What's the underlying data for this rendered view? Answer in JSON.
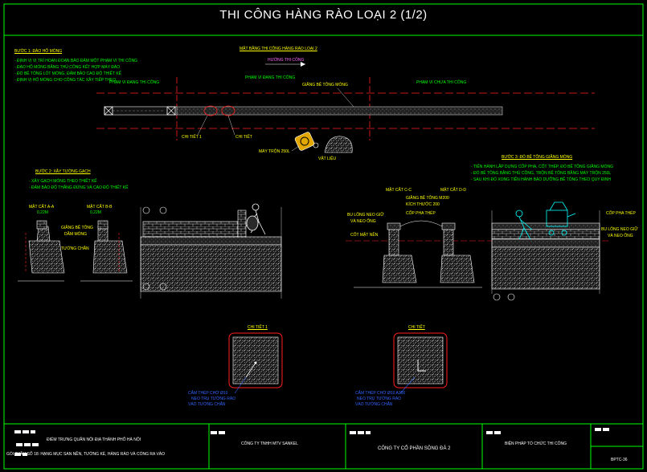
{
  "title": "THI CÔNG HÀNG RÀO LOẠI 2 (1/2)",
  "plan": {
    "heading": "MẶT BẰNG THI CÔNG HÀNG RÀO LOẠI 2",
    "direction": "HƯỚNG THI CÔNG",
    "left_label": "PHẠM VI ĐANG THI CÔNG",
    "right_label": "PHẠM VI CHƯA THI CÔNG",
    "wall_label": "GIẰNG BÊ TÔNG MÓNG",
    "detail1": "CHI TIẾT 1",
    "detail2": "CHI TIẾT",
    "mixer": "MÁY TRỘN 250L",
    "material": "VẬT LIỆU"
  },
  "step1": {
    "heading": "BƯỚC 1: ĐÀO HỐ MÓNG",
    "lines": [
      "- ĐỊNH VỊ VỊ TRÍ HOẠN ĐOẠN BẢO ĐẢM MỘT PHẠM VI THI CÔNG",
      "- ĐÀO HỐ MÓNG BẰNG THỦ CÔNG KẾT HỢP MÁY ĐÀO",
      "- ĐỔ BÊ TÔNG LÓT MÓNG, ĐẢM BẢO CAO ĐỘ THIẾT KẾ",
      "- ĐỊNH VỊ HỐ MÓNG CHO CÔNG TÁC XÂY TIẾP THEO"
    ]
  },
  "step2": {
    "heading": "BƯỚC 2: XÂY TƯỜNG GẠCH",
    "lines": [
      "- XÂY GẠCH MÓNG THEO THIẾT KẾ",
      "- ĐẢM BẢO ĐỘ THẲNG ĐỨNG VÀ CAO ĐỘ THIẾT KẾ"
    ],
    "label1": "MẶT CẮT A-A",
    "label2": "MẶT CẮT B-B",
    "dim1": "0.22M",
    "dim2": "0.22M",
    "note1": "GIẰNG BÊ TÔNG",
    "note2": "DẦM MÓNG",
    "note3": "TƯỜNG CHẮN"
  },
  "step3": {
    "heading": "BƯỚC 3: ĐỔ BÊ TÔNG GIẰNG MÓNG",
    "lines": [
      "- TIẾN HÀNH LẮP DỰNG CỐP PHA, CỐT THÉP, ĐỔ BÊ TÔNG GIẰNG MÓNG",
      "- ĐỔ BÊ TÔNG BẰNG THỦ CÔNG, TRỘN BÊ TÔNG BẰNG MÁY TRỘN 250L",
      "- SAU KHI ĐỔ XONG TIẾN HÀNH BẢO DƯỠNG BÊ TÔNG THEO QUY ĐỊNH"
    ],
    "labelC": "MẶT CẮT C-C",
    "labelD": "MẶT CẮT D-D",
    "note1": "GIẰNG BÊ TÔNG M200",
    "note2": "KÍCH THƯỚC 200",
    "note3": "CỐP PHA THÉP",
    "note4": "BU LÔNG NEO GIỮ",
    "note5": "VÀ NEO ỐNG",
    "note6": "CỐP PHA THÉP",
    "note7": "BU LÔNG NEO GIỮ",
    "note8": "VÀ NEO ỐNG",
    "note9": "CỐT MẶT NỀN"
  },
  "details": {
    "d1": "CHI TIẾT 1",
    "d1_note": [
      "CẮM THÉP CHỜ Ø10",
      "NEO TRỤ TƯỜNG RÀO",
      "VÀO TƯỜNG CHẮN"
    ],
    "d2": "CHI TIẾT",
    "d2_note": [
      "CẮM THÉP CHỜ Ø10 A200",
      "NEO TRỤ TƯỜNG RÀO",
      "VÀO TƯỜNG CHẮN"
    ]
  },
  "titleblock": {
    "project_a": "ĐIỂM TRƯNG QUÂN NỘI ĐỊA THÀNH PHỐ HÀ NỘI",
    "project_b": "GÓI THẦU SỐ 18: HẠNG MỤC SAN NỀN, TƯỜNG KÈ, HÀNG RÀO VÀ CỔNG RA VÀO",
    "company1": "CÔNG TY TNHH MTV SANKEL",
    "company2": "CÔNG TY CỔ PHẦN SÔNG ĐÀ 2",
    "doc": "BIỆN PHÁP TỔ CHỨC THI CÔNG",
    "sheet": "BPTC-36"
  },
  "colors": {
    "frame": "#00ff00",
    "red": "#ff2020",
    "yellow": "#ffff00",
    "cyan": "#00ffff",
    "magenta": "#ff66ff"
  }
}
